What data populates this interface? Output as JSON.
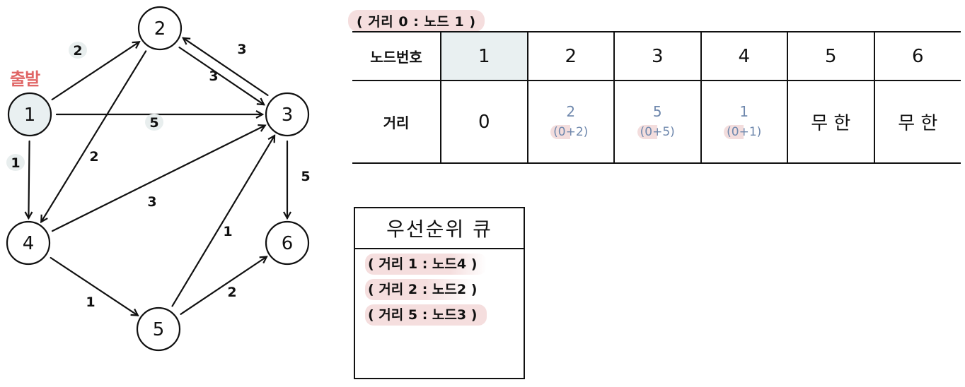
{
  "graph": {
    "start_label": "출발",
    "nodes": [
      {
        "id": "1",
        "visited": true
      },
      {
        "id": "2",
        "visited": false
      },
      {
        "id": "3",
        "visited": false
      },
      {
        "id": "4",
        "visited": false
      },
      {
        "id": "5",
        "visited": false
      },
      {
        "id": "6",
        "visited": false
      }
    ],
    "edges": [
      {
        "from": "1",
        "to": "2",
        "weight": "2"
      },
      {
        "from": "1",
        "to": "3",
        "weight": "5"
      },
      {
        "from": "1",
        "to": "4",
        "weight": "1"
      },
      {
        "from": "2",
        "to": "3",
        "weight": "3"
      },
      {
        "from": "3",
        "to": "2",
        "weight": "3"
      },
      {
        "from": "2",
        "to": "4",
        "weight": "2"
      },
      {
        "from": "4",
        "to": "3",
        "weight": "3"
      },
      {
        "from": "4",
        "to": "5",
        "weight": "1"
      },
      {
        "from": "5",
        "to": "3",
        "weight": "1"
      },
      {
        "from": "5",
        "to": "6",
        "weight": "2"
      },
      {
        "from": "3",
        "to": "6",
        "weight": "5"
      }
    ]
  },
  "current_pop": "( 거리 0 : 노드 1 )",
  "table": {
    "node_row_label": "노드번호",
    "dist_row_label": "거리",
    "nodes": [
      "1",
      "2",
      "3",
      "4",
      "5",
      "6"
    ],
    "distances": [
      {
        "value": "0",
        "expr": ""
      },
      {
        "value": "2",
        "expr": "(0+2)"
      },
      {
        "value": "5",
        "expr": "(0+5)"
      },
      {
        "value": "1",
        "expr": "(0+1)"
      },
      {
        "value": "무 한",
        "expr": ""
      },
      {
        "value": "무 한",
        "expr": ""
      }
    ]
  },
  "priority_queue": {
    "title": "우선순위 큐",
    "items": [
      "( 거리 1 : 노드4 )",
      "( 거리 2 : 노드2 )",
      "( 거리 5 : 노드3 )"
    ]
  }
}
